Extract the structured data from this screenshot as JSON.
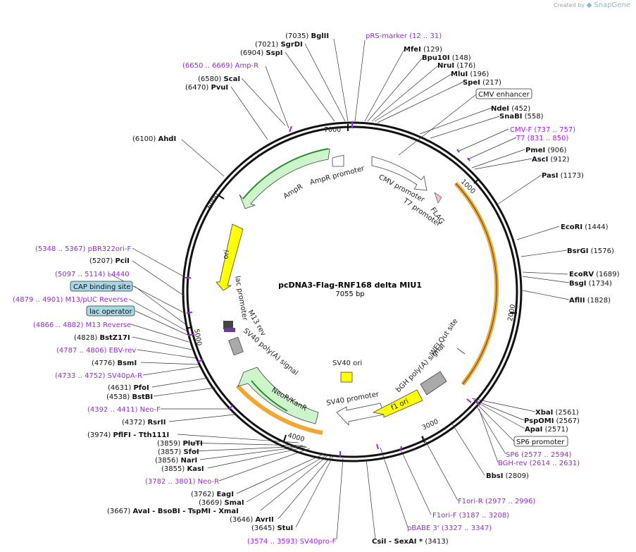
{
  "brand": {
    "created_by": "Created by",
    "product": "SnapGene"
  },
  "plasmid": {
    "name": "pcDNA3-Flag-RNF168 delta MIU1",
    "size": "7055 bp"
  },
  "ticks": [
    "7000",
    "1000",
    "2000",
    "3000",
    "4000",
    "5000",
    "6000"
  ],
  "site_labels": [
    {
      "pos": "(7035)",
      "name": "BglII"
    },
    {
      "pos": "(7021)",
      "name": "SgrDI"
    },
    {
      "pos": "(6904)",
      "name": "SspI"
    },
    {
      "pos": "(6580)",
      "name": "ScaI"
    },
    {
      "pos": "(6470)",
      "name": "PvuI"
    },
    {
      "pos": "(6100)",
      "name": "AhdI"
    },
    {
      "pos": "(5207)",
      "name": "PciI"
    },
    {
      "pos": "(4828)",
      "name": "BstZ17I"
    },
    {
      "pos": "(4776)",
      "name": "BsmI"
    },
    {
      "pos": "(4631)",
      "name": "PfoI"
    },
    {
      "pos": "(4538)",
      "name": "BstBI"
    },
    {
      "pos": "(4372)",
      "name": "RsrII"
    },
    {
      "pos": "(3974)",
      "name": "PflFI  - Tth111I"
    },
    {
      "pos": "(3859)",
      "name": "PluTI"
    },
    {
      "pos": "(3857)",
      "name": "SfoI"
    },
    {
      "pos": "(3856)",
      "name": "NarI"
    },
    {
      "pos": "(3855)",
      "name": "KasI"
    },
    {
      "pos": "(3762)",
      "name": "EagI"
    },
    {
      "pos": "(3669)",
      "name": "SmaI"
    },
    {
      "pos": "(3667)",
      "name": "AvaI  - BsoBI  - TspMI  - XmaI"
    },
    {
      "pos": "(3646)",
      "name": "AvrII"
    },
    {
      "pos": "(3645)",
      "name": "StuI"
    },
    {
      "pos": "(3413)",
      "name": "CsiI  - SexAI *"
    },
    {
      "pos": "(129)",
      "name": "MfeI"
    },
    {
      "pos": "(148)",
      "name": "Bpu10I"
    },
    {
      "pos": "(176)",
      "name": "NruI"
    },
    {
      "pos": "(196)",
      "name": "MluI"
    },
    {
      "pos": "(217)",
      "name": "SpeI"
    },
    {
      "pos": "(452)",
      "name": "NdeI"
    },
    {
      "pos": "(558)",
      "name": "SnaBI"
    },
    {
      "pos": "(906)",
      "name": "PmeI"
    },
    {
      "pos": "(912)",
      "name": "AscI"
    },
    {
      "pos": "(1173)",
      "name": "PasI"
    },
    {
      "pos": "(1444)",
      "name": "EcoRI"
    },
    {
      "pos": "(1576)",
      "name": "BsrGI"
    },
    {
      "pos": "(1689)",
      "name": "EcoRV"
    },
    {
      "pos": "(1734)",
      "name": "BsgI"
    },
    {
      "pos": "(1828)",
      "name": "AflII"
    },
    {
      "pos": "(2561)",
      "name": "XbaI"
    },
    {
      "pos": "(2567)",
      "name": "PspOMI"
    },
    {
      "pos": "(2571)",
      "name": "ApaI"
    },
    {
      "pos": "(2809)",
      "name": "BbsI"
    }
  ],
  "primer_labels": [
    {
      "name": "pRS-marker",
      "range": "(12 .. 31)"
    },
    {
      "name": "Amp-R",
      "range": "(6650 .. 6669)"
    },
    {
      "name": "pBR322ori-F",
      "range": "(5348 .. 5367)"
    },
    {
      "name": "L4440",
      "range": "(5097 .. 5114)"
    },
    {
      "name": "M13/pUC Reverse",
      "range": "(4879 .. 4901)"
    },
    {
      "name": "M13 Reverse",
      "range": "(4866 .. 4882)"
    },
    {
      "name": "EBV-rev",
      "range": "(4787 .. 4806)"
    },
    {
      "name": "SV40pA-R",
      "range": "(4733 .. 4752)"
    },
    {
      "name": "Neo-F",
      "range": "(4392 .. 4411)"
    },
    {
      "name": "Neo-R",
      "range": "(3782 .. 3801)"
    },
    {
      "name": "SV40pro-F",
      "range": "(3574 .. 3593)"
    },
    {
      "name": "CMV-F",
      "range": "(737 .. 757)"
    },
    {
      "name": "T7",
      "range": "(831 .. 850)"
    },
    {
      "name": "SP6",
      "range": "(2577 .. 2594)"
    },
    {
      "name": "BGH-rev",
      "range": "(2614 .. 2631)"
    },
    {
      "name": "F1ori-R",
      "range": "(2977 .. 2996)"
    },
    {
      "name": "F1ori-F",
      "range": "(3187 .. 3208)"
    },
    {
      "name": "pBABE 3'",
      "range": "(3327 .. 3347)"
    }
  ],
  "boxed_features": [
    "CAP binding site",
    "lac operator",
    "CMV enhancer",
    "SP6 promoter"
  ],
  "features": [
    "AmpR",
    "AmpR promoter",
    "ori",
    "lac promoter",
    "M13 rev",
    "SV40 poly(A) signal",
    "NeoR/KanR",
    "SV40 ori",
    "SV40 promoter",
    "f1 ori",
    "bGH poly(A) signal",
    "WELQut site",
    "CMV promoter",
    "T7 promoter",
    "FLAG"
  ],
  "colors": {
    "backbone": "#111111",
    "primer": "#a020f0",
    "ampr": "#ccf5cc",
    "ori": "#ffff00",
    "f1ori": "#ffff00",
    "neo": "#ccf5cc",
    "orange": "#f0a830",
    "boxfill": "#a8d8e8"
  }
}
